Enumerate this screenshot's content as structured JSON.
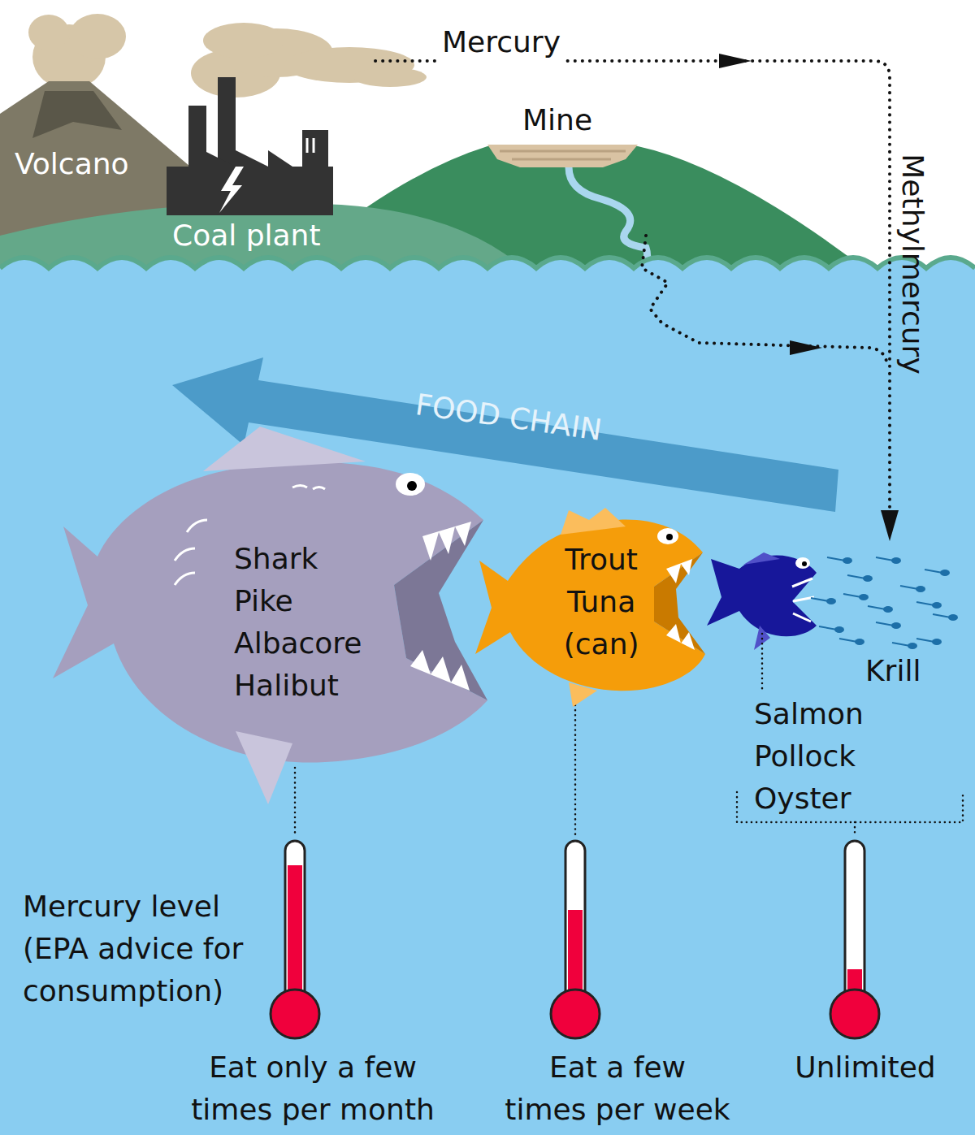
{
  "diagram": {
    "nodes": [
      {
        "text": [
          "Shark Pike Albacore Halibut"
        ]
      },
      {
        "text": [
          "Trout Tuna (can)"
        ]
      }
    ],
    "labels": [
      "Mercury",
      "Methylmercury",
      "Volcano",
      "Coal plant",
      "Mine",
      "FOOD CHAIN",
      "Krill",
      "Salmon Pollock Oyster",
      "Mercury level (EPA advice for consumption)",
      "Eat only a few times per month",
      "Eat a few times per week",
      "Unlimited"
    ]
  }
}
